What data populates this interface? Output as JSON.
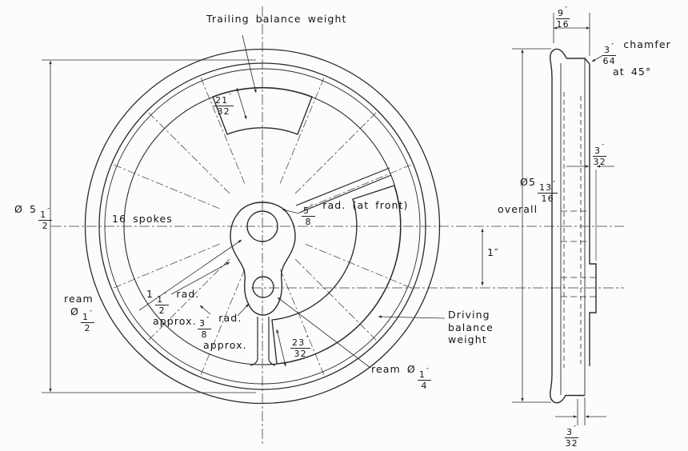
{
  "labels": {
    "trailing": "Trailing balance weight",
    "spokes": "16 spokes",
    "driving_l1": "Driving",
    "driving_l2": "balance",
    "driving_l3": "weight",
    "overall": "overall",
    "chamfer": "chamfer",
    "at45": "at 45°",
    "approx": "approx.",
    "rad": "rad.",
    "rad_at_front": "rad. (at front)",
    "ream": "ream",
    "crank_throw": "1″"
  },
  "fracs": {
    "w916": {
      "n": "9",
      "d": "16",
      "mk": "″"
    },
    "chamfer64": {
      "n": "3",
      "d": "64",
      "mk": "″"
    },
    "rim332": {
      "n": "3",
      "d": "32",
      "mk": "″"
    },
    "overall_dia": {
      "pre": "Ø5",
      "n": "13",
      "d": "16",
      "mk": "″"
    },
    "tread_dia": {
      "pre": "Ø 5",
      "n": "1",
      "d": "2",
      "mk": "″"
    },
    "w2132": {
      "n": "21",
      "d": "32",
      "mk": "″"
    },
    "hub_rad58": {
      "n": "5",
      "d": "8",
      "mk": "″"
    },
    "ream_axle": {
      "pre": "Ø",
      "n": "1",
      "d": "2",
      "mk": "″"
    },
    "rad112": {
      "pre": "1",
      "n": "1",
      "d": "2",
      "mk": "″"
    },
    "rad38": {
      "n": "3",
      "d": "8",
      "mk": "″"
    },
    "w2332": {
      "n": "23",
      "d": "32",
      "mk": "″"
    },
    "ream_crank": {
      "pre": "Ø",
      "n": "1",
      "d": "4",
      "mk": "″"
    },
    "bottom332": {
      "n": "3",
      "d": "32",
      "mk": "″"
    }
  },
  "drawing_colors": {
    "line": "#2b2b2b",
    "background": "#fcfcfa"
  }
}
